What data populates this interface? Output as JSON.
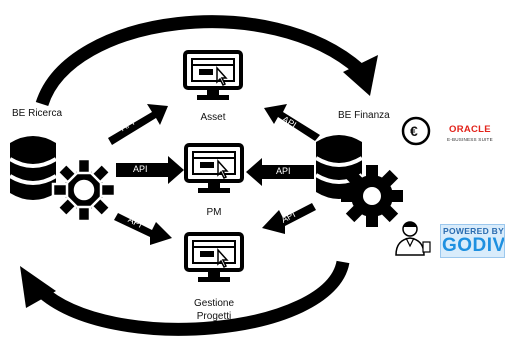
{
  "nodes": {
    "left": "BE Ricerca",
    "right": "BE Finanza",
    "top_screen": "Asset",
    "mid_screen": "PM",
    "bottom_screen_line1": "Gestione",
    "bottom_screen_line2": "Progetti"
  },
  "arrow_labels": {
    "l1": "API",
    "l2": "API",
    "l3": "API",
    "r1": "API",
    "r2": "API",
    "r3": "API"
  },
  "logos": {
    "currency_symbol": "€",
    "oracle_name": "ORACLE",
    "oracle_suite": "E-BUSINESS SUITE",
    "godiva_top": "POWERED BY",
    "godiva_main": "GODIVA"
  },
  "icons": [
    "monitor-icon",
    "database-icon",
    "gear-icon",
    "euro-icon",
    "user-icon"
  ],
  "colors": {
    "ink": "#000000",
    "oracle_red": "#e2231a",
    "godiva_blue": "#1e90e0"
  }
}
